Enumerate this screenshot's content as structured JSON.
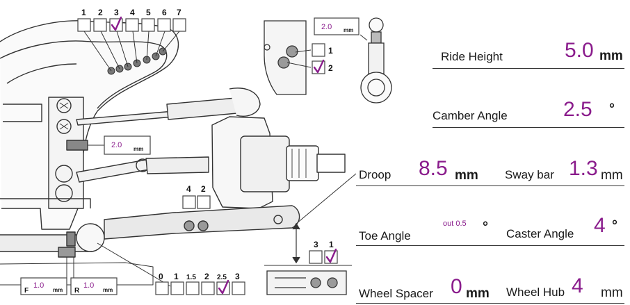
{
  "settings": {
    "ride_height": {
      "label": "Ride Height",
      "value": "5.0",
      "unit": "mm"
    },
    "camber_angle": {
      "label": "Camber Angle",
      "value": "2.5",
      "unit": "°"
    },
    "droop": {
      "label": "Droop",
      "value": "8.5",
      "unit": "mm"
    },
    "sway_bar": {
      "label": "Sway bar",
      "value": "1.3",
      "unit": "mm"
    },
    "toe_angle": {
      "label": "Toe Angle",
      "value": "out 0.5",
      "unit": "°"
    },
    "caster_angle": {
      "label": "Caster Angle",
      "value": "4",
      "unit": "°"
    },
    "wheel_spacer": {
      "label": "Wheel Spacer",
      "value": "0",
      "unit": "mm"
    },
    "wheel_hub": {
      "label": "Wheel Hub",
      "value": "4",
      "unit": "mm"
    }
  },
  "diagram": {
    "top_rod_positions": {
      "labels": [
        "1",
        "2",
        "3",
        "4",
        "5",
        "6",
        "7"
      ],
      "selected": "3"
    },
    "upper_link_shim": {
      "value": "2.0",
      "unit": "mm"
    },
    "shock_mount": {
      "labels": [
        "1",
        "2"
      ],
      "selected": "2"
    },
    "camber_link_shim": {
      "value": "2.0",
      "unit": "mm"
    },
    "arm_holes": {
      "labels": [
        "4",
        "2"
      ],
      "selected": null
    },
    "sway_bar_positions": {
      "labels": [
        "0",
        "1",
        "1.5",
        "2",
        "2.5",
        "3"
      ],
      "selected": "2.5"
    },
    "hub_holes": {
      "labels": [
        "3",
        "1"
      ],
      "selected": "1"
    },
    "front_spacer": {
      "prefix": "F",
      "value": "1.0",
      "unit": "mm"
    },
    "rear_spacer": {
      "prefix": "R",
      "value": "1.0",
      "unit": "mm"
    }
  }
}
